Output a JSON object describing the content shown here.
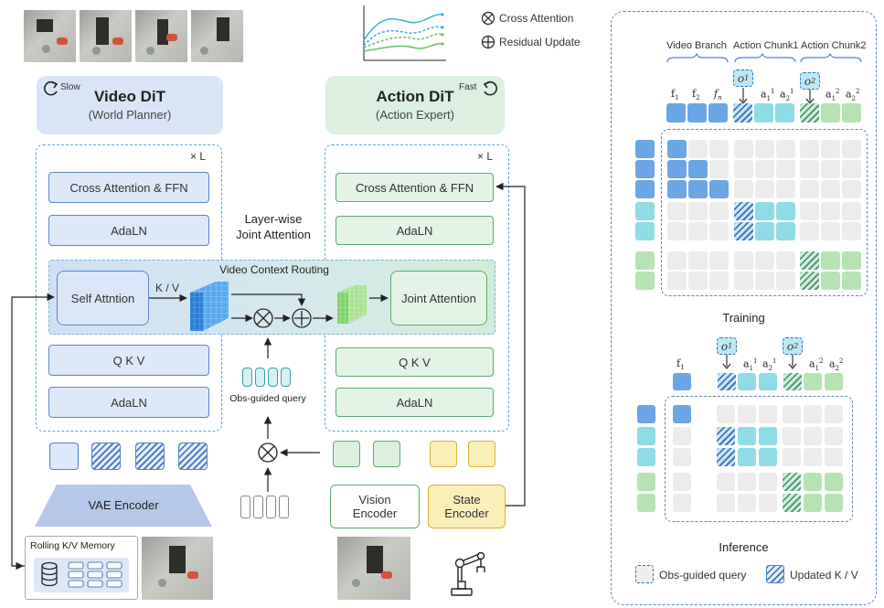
{
  "legend": {
    "cross_attention": "Cross Attention",
    "residual_update": "Residual Update"
  },
  "video_dit": {
    "title": "Video DiT",
    "subtitle": "(World Planner)",
    "speed": "Slow",
    "repeat": "× L",
    "cross_ffn": "Cross Attention & FFN",
    "adaln_top": "AdaLN",
    "self_attn": "Self Attntion",
    "kv": "K / V",
    "qkv": "Q K V",
    "adaln_bottom": "AdaLN"
  },
  "action_dit": {
    "title": "Action DiT",
    "subtitle": "(Action Expert)",
    "speed": "Fast",
    "repeat": "× L",
    "cross_ffn": "Cross Attention & FFN",
    "adaln_top": "AdaLN",
    "joint_attn": "Joint Attention",
    "qkv": "Q K V",
    "adaln_bottom": "AdaLN"
  },
  "middle": {
    "layerwise": "Layer-wise",
    "joint_attention": "Joint Attention",
    "routing": "Video Context Routing",
    "obs_query": "Obs-guided query"
  },
  "encoders": {
    "vae": "VAE Encoder",
    "vision_line1": "Vision",
    "vision_line2": "Encoder",
    "state_line1": "State",
    "state_line2": "Encoder"
  },
  "memory": {
    "title": "Rolling K/V Memory"
  },
  "right": {
    "groups": [
      "Video Branch",
      "Action Chunk1",
      "Action Chunk2"
    ],
    "f1": "f",
    "f2": "f",
    "fn": "f",
    "f1_sub": "1",
    "f2_sub": "2",
    "fn_sub": "n",
    "o1": "o",
    "o2": "o",
    "o1_sup": "1",
    "o2_sup": "2",
    "a": "a",
    "a_subs": [
      "1",
      "2"
    ],
    "a_sups": [
      "1",
      "2"
    ],
    "training": "Training",
    "inference": "Inference",
    "legend_obs": "Obs-guided query",
    "legend_updated": "Updated K / V"
  }
}
